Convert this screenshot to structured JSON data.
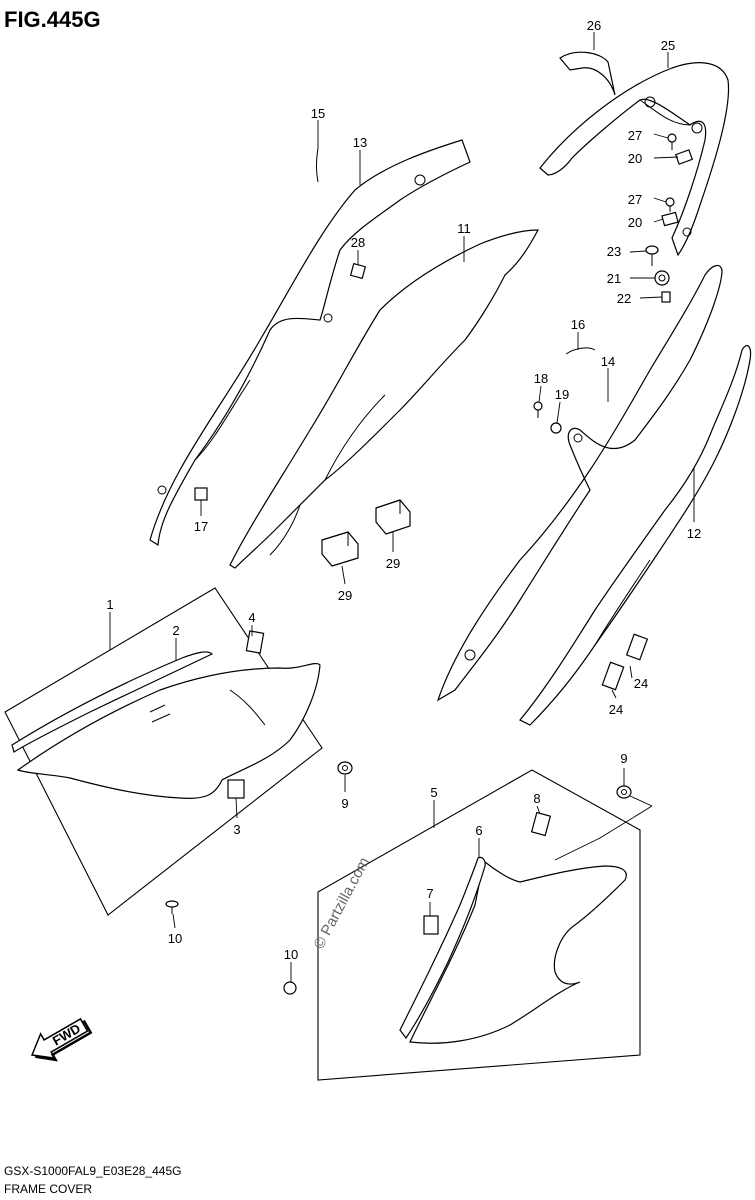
{
  "figure": {
    "title": "FIG.445G",
    "model_code": "GSX-S1000FAL9_E03E28_445G",
    "caption": "FRAME COVER",
    "watermark": "© Partzilla.com",
    "fwd_label": "FWD"
  },
  "callouts": [
    {
      "id": "c26",
      "text": "26"
    },
    {
      "id": "c25",
      "text": "25"
    },
    {
      "id": "c15",
      "text": "15"
    },
    {
      "id": "c13",
      "text": "13"
    },
    {
      "id": "c27a",
      "text": "27"
    },
    {
      "id": "c20a",
      "text": "20"
    },
    {
      "id": "c27b",
      "text": "27"
    },
    {
      "id": "c20b",
      "text": "20"
    },
    {
      "id": "c28",
      "text": "28"
    },
    {
      "id": "c11",
      "text": "11"
    },
    {
      "id": "c23",
      "text": "23"
    },
    {
      "id": "c21",
      "text": "21"
    },
    {
      "id": "c22",
      "text": "22"
    },
    {
      "id": "c16",
      "text": "16"
    },
    {
      "id": "c14",
      "text": "14"
    },
    {
      "id": "c18",
      "text": "18"
    },
    {
      "id": "c19",
      "text": "19"
    },
    {
      "id": "c17",
      "text": "17"
    },
    {
      "id": "c12",
      "text": "12"
    },
    {
      "id": "c29a",
      "text": "29"
    },
    {
      "id": "c29b",
      "text": "29"
    },
    {
      "id": "c1",
      "text": "1"
    },
    {
      "id": "c2",
      "text": "2"
    },
    {
      "id": "c4",
      "text": "4"
    },
    {
      "id": "c24a",
      "text": "24"
    },
    {
      "id": "c24b",
      "text": "24"
    },
    {
      "id": "c9a",
      "text": "9"
    },
    {
      "id": "c3",
      "text": "3"
    },
    {
      "id": "c9b",
      "text": "9"
    },
    {
      "id": "c5",
      "text": "5"
    },
    {
      "id": "c8",
      "text": "8"
    },
    {
      "id": "c6",
      "text": "6"
    },
    {
      "id": "c10a",
      "text": "10"
    },
    {
      "id": "c7",
      "text": "7"
    },
    {
      "id": "c10b",
      "text": "10"
    }
  ]
}
